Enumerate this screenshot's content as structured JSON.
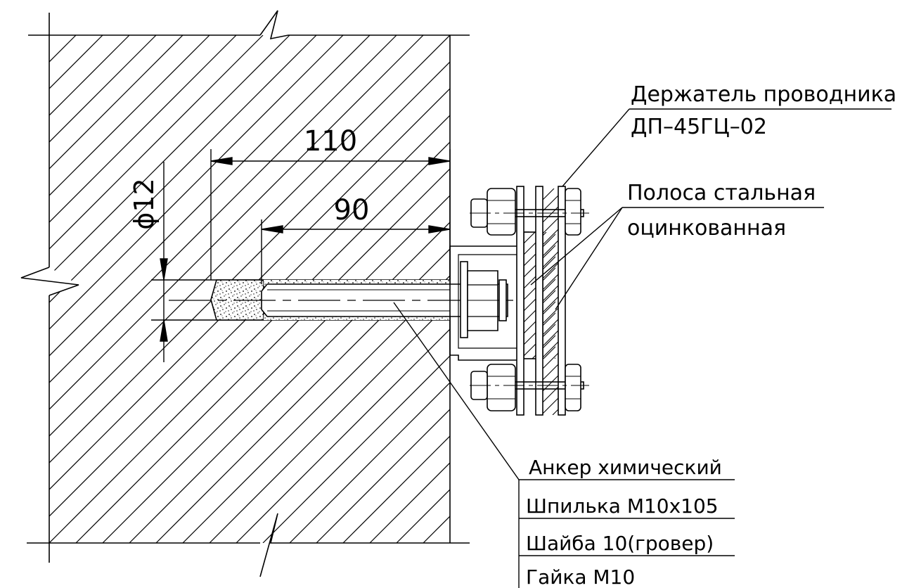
{
  "dimensions": {
    "diameter": "ϕ12",
    "overall_depth": "110",
    "anchor_depth": "90"
  },
  "labels": {
    "holder_line1": "Держатель проводника",
    "holder_line2": "ДП–45ГЦ–02",
    "strip_line1": "Полоса стальная",
    "strip_line2": "оцинкованная",
    "anchor_items": [
      "Анкер химический",
      "Шпилька М10х105",
      "Шайба 10(гровер)",
      "Гайка М10"
    ]
  },
  "colors": {
    "line": "#000000",
    "background": "#ffffff"
  }
}
